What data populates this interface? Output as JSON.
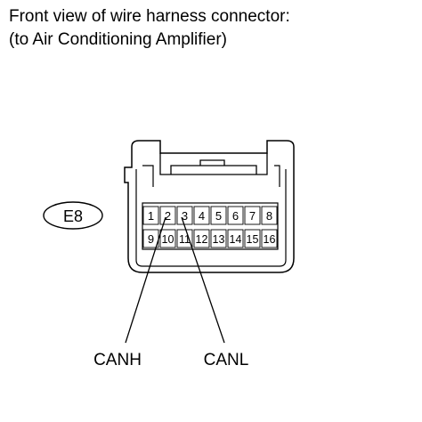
{
  "title": {
    "line1": "Front view of wire harness connector:",
    "line2": "(to Air Conditioning Amplifier)"
  },
  "connector": {
    "code": "E8",
    "pins_top": [
      "1",
      "2",
      "3",
      "4",
      "5",
      "6",
      "7",
      "8"
    ],
    "pins_bottom": [
      "9",
      "10",
      "11",
      "12",
      "13",
      "14",
      "15",
      "16"
    ]
  },
  "callouts": [
    {
      "label": "CANH",
      "pin": "2"
    },
    {
      "label": "CANL",
      "pin": "3"
    }
  ]
}
